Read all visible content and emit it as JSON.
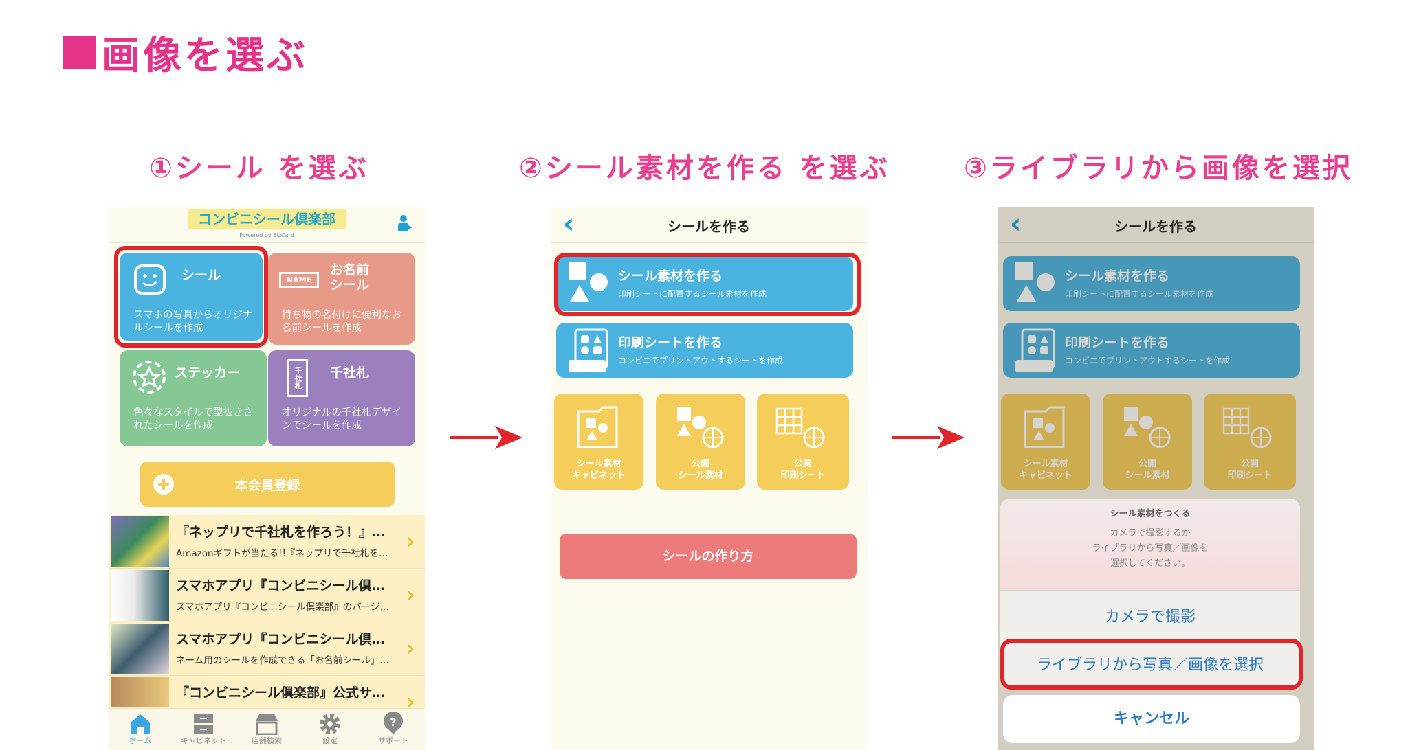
{
  "page_title": "画像を選ぶ",
  "steps": [
    "①シール を選ぶ",
    "②シール素材を作る を選ぶ",
    "③ライブラリから画像を選択"
  ],
  "colors": {
    "accent_pink": "#e6338a",
    "highlight_red": "#e0262a",
    "blue": "#4ab3e0",
    "yellow": "#f5cd5a"
  },
  "screen1": {
    "logo": "コンビニシール倶楽部",
    "logo_sub": "Powered by BizCard",
    "cards": [
      {
        "title": "シール",
        "desc": "スマホの写真からオリジナルシールを作成"
      },
      {
        "title": "お名前\nシール",
        "desc": "持ち物の名付けに便利なお名前シールを作成",
        "badge": "NAME"
      },
      {
        "title": "ステッカー",
        "desc": "色々なスタイルで型抜きされたシールを作成"
      },
      {
        "title": "千社札",
        "desc": "オリジナルの千社札デザインでシールを作成",
        "badge": "千社札"
      }
    ],
    "member_button": "本会員登録",
    "news": [
      {
        "title": "『ネップリで千社札を作ろう！』 キ…",
        "sub": "Amazonギフトが当たる!!『ネップリで千社札を…"
      },
      {
        "title": "スマホアプリ『コンビニシール倶楽…",
        "sub": "スマホアプリ『コンビニシール倶楽部』のバージ…"
      },
      {
        "title": "スマホアプリ『コンビニシール倶楽…",
        "sub": "ネーム用のシールを作成できる「お名前シール」…"
      },
      {
        "title": "『コンビニシール倶楽部』公式サイ…",
        "sub": ""
      }
    ],
    "tabs": [
      "ホーム",
      "キャビネット",
      "店舗検索",
      "設定",
      "サポート"
    ]
  },
  "screen2": {
    "header": "シールを作る",
    "make_material": {
      "title": "シール素材を作る",
      "desc": "印刷シートに配置するシール素材を作成"
    },
    "make_sheet": {
      "title": "印刷シートを作る",
      "desc": "コンビニでプリントアウトするシートを作成"
    },
    "tiles": [
      "シール素材\nキャビネット",
      "公開\nシール素材",
      "公開\n印刷シート"
    ],
    "howto_button": "シールの作り方"
  },
  "screen3": {
    "sheet_title": "シール素材をつくる",
    "sheet_message": "カメラで撮影するか\nライブラリから写真／画像を\n選択してください。",
    "camera": "カメラで撮影",
    "library": "ライブラリから写真／画像を選択",
    "cancel": "キャンセル"
  }
}
